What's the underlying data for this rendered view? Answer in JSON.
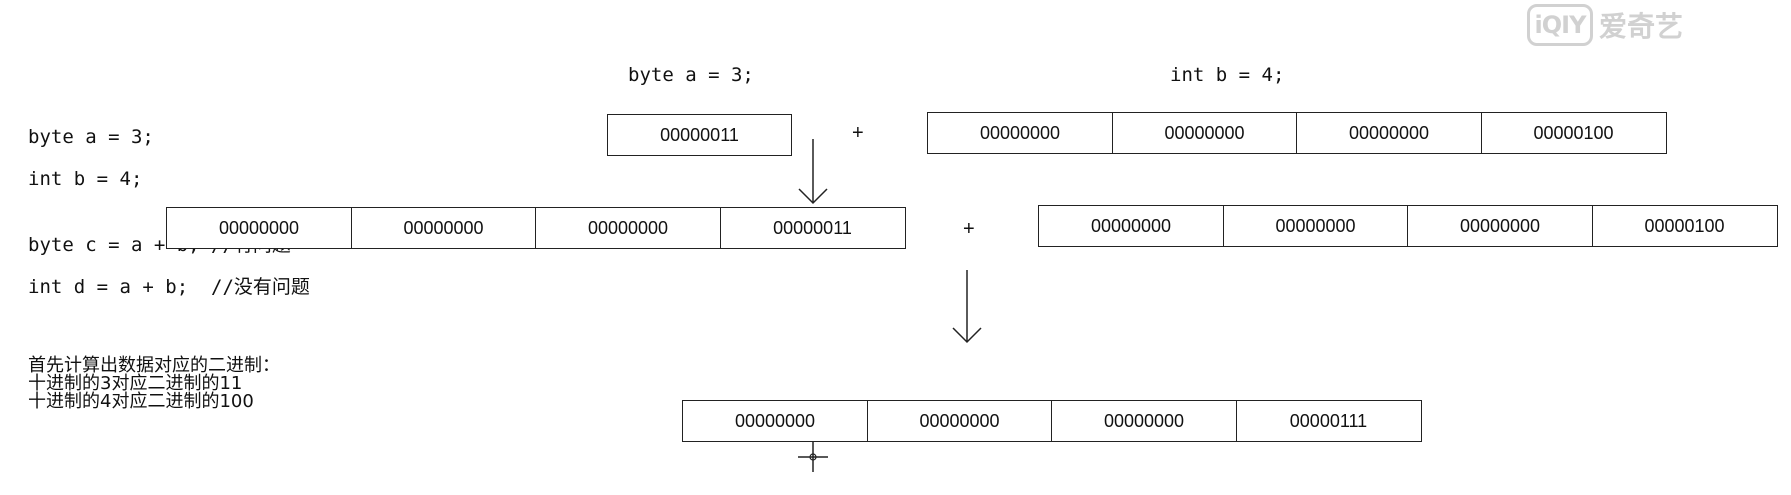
{
  "watermark": {
    "mark": "iQIY",
    "text": "爱奇艺"
  },
  "left_code": [
    "byte a = 3;",
    "int b = 4;",
    "byte c = a + b; //有问题",
    "int d = a + b;  //没有问题"
  ],
  "notes": [
    "首先计算出数据对应的二进制：",
    "十进制的3对应二进制的11",
    "十进制的4对应二进制的100"
  ],
  "top_labels": {
    "a": "byte a = 3;",
    "b": "int b = 4;"
  },
  "operator": "+",
  "byte_a_row": [
    "00000011"
  ],
  "int_b_row": [
    "00000000",
    "00000000",
    "00000000",
    "00000100"
  ],
  "promoted_a_row": [
    "00000000",
    "00000000",
    "00000000",
    "00000011"
  ],
  "int_b_row_2": [
    "00000000",
    "00000000",
    "00000000",
    "00000100"
  ],
  "result_row": [
    "00000000",
    "00000000",
    "00000000",
    "00000111"
  ]
}
